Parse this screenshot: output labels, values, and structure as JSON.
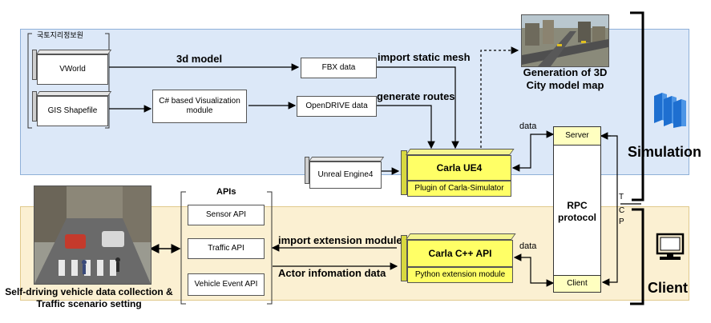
{
  "group_label": "국토지리정보원",
  "sources": {
    "vworld": "VWorld",
    "gis": "GIS Shapefile"
  },
  "csharp_module": "C# based Visualization module",
  "fbx": "FBX data",
  "opendrive": "OpenDRIVE data",
  "edge_labels": {
    "model_3d": "3d model",
    "import_static": "import static mesh",
    "generate_routes": "generate routes",
    "import_ext": "import extension module",
    "actor_info": "Actor infomation data",
    "data_top": "data",
    "data_bottom": "data"
  },
  "city_map_caption": "Generation of 3D City model map",
  "unreal": "Unreal Engine4",
  "carla_ue4": {
    "title": "Carla UE4",
    "sub": "Plugin of Carla-Simulator"
  },
  "carla_cpp": {
    "title": "Carla C++ API",
    "sub": "Python extension module"
  },
  "rpc": {
    "server": "Server",
    "label": "RPC protocol",
    "client": "Client"
  },
  "tcp": [
    "T",
    "C",
    "P"
  ],
  "apis": {
    "title": "APIs",
    "items": [
      "Sensor API",
      "Traffic API",
      "Vehicle Event API"
    ]
  },
  "photo_caption": "Self-driving vehicle data collection & Traffic scenario setting",
  "sections": {
    "simulation": "Simulation",
    "client": "Client"
  },
  "colors": {
    "sim_band": "#dce8f8",
    "client_band": "#fbf0d2",
    "carla_yellow": "#ffff66"
  }
}
